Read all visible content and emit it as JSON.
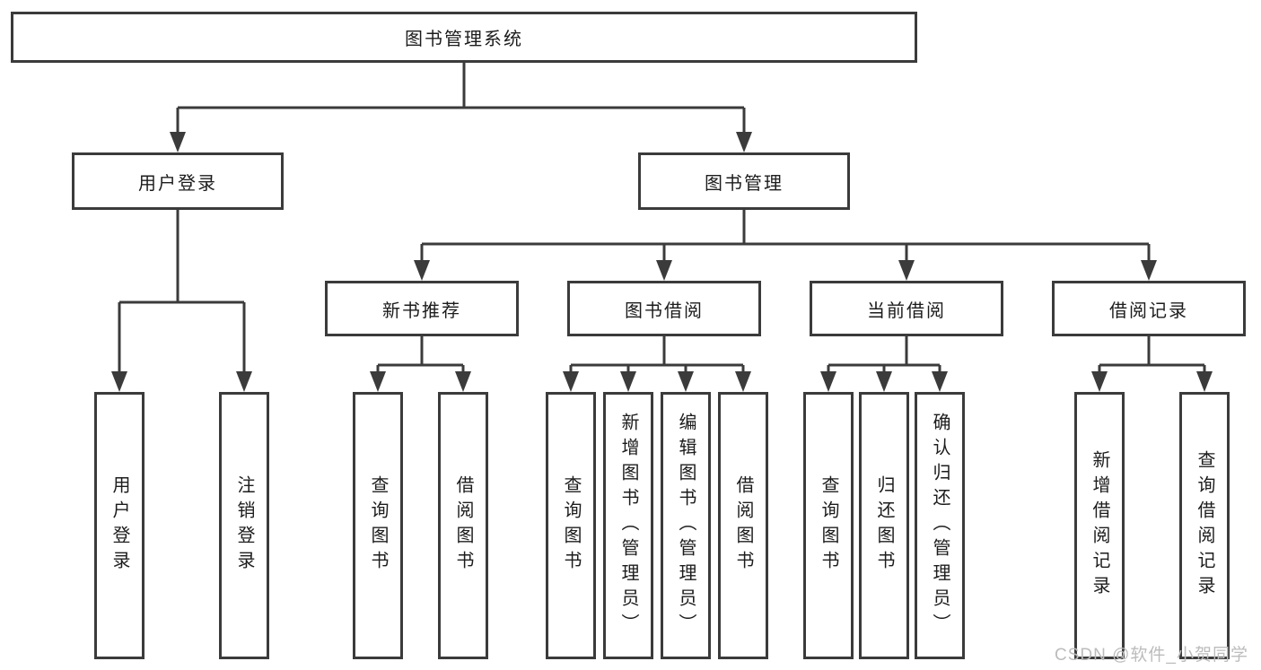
{
  "diagram": {
    "type": "hierarchy-functional-structure",
    "colors": {
      "line": "#3b3b3b",
      "border": "#3b3b3b",
      "text": "#1c1c1c",
      "background": "#ffffff",
      "watermark": "#bcbcbc"
    },
    "watermark": "CSDN @软件_小贺同学",
    "tree": {
      "label": "图书管理系统",
      "children": [
        {
          "label": "用户登录",
          "children": [
            {
              "label": "用户登录"
            },
            {
              "label": "注销登录"
            }
          ]
        },
        {
          "label": "图书管理",
          "children": [
            {
              "label": "新书推荐",
              "children": [
                {
                  "label": "查询图书"
                },
                {
                  "label": "借阅图书"
                }
              ]
            },
            {
              "label": "图书借阅",
              "children": [
                {
                  "label": "查询图书"
                },
                {
                  "label": "新增图书（管理员）"
                },
                {
                  "label": "编辑图书（管理员）"
                },
                {
                  "label": "借阅图书"
                }
              ]
            },
            {
              "label": "当前借阅",
              "children": [
                {
                  "label": "查询图书"
                },
                {
                  "label": "归还图书"
                },
                {
                  "label": "确认归还（管理员）"
                }
              ]
            },
            {
              "label": "借阅记录",
              "children": [
                {
                  "label": "新增借阅记录"
                },
                {
                  "label": "查询借阅记录"
                }
              ]
            }
          ]
        }
      ]
    }
  }
}
